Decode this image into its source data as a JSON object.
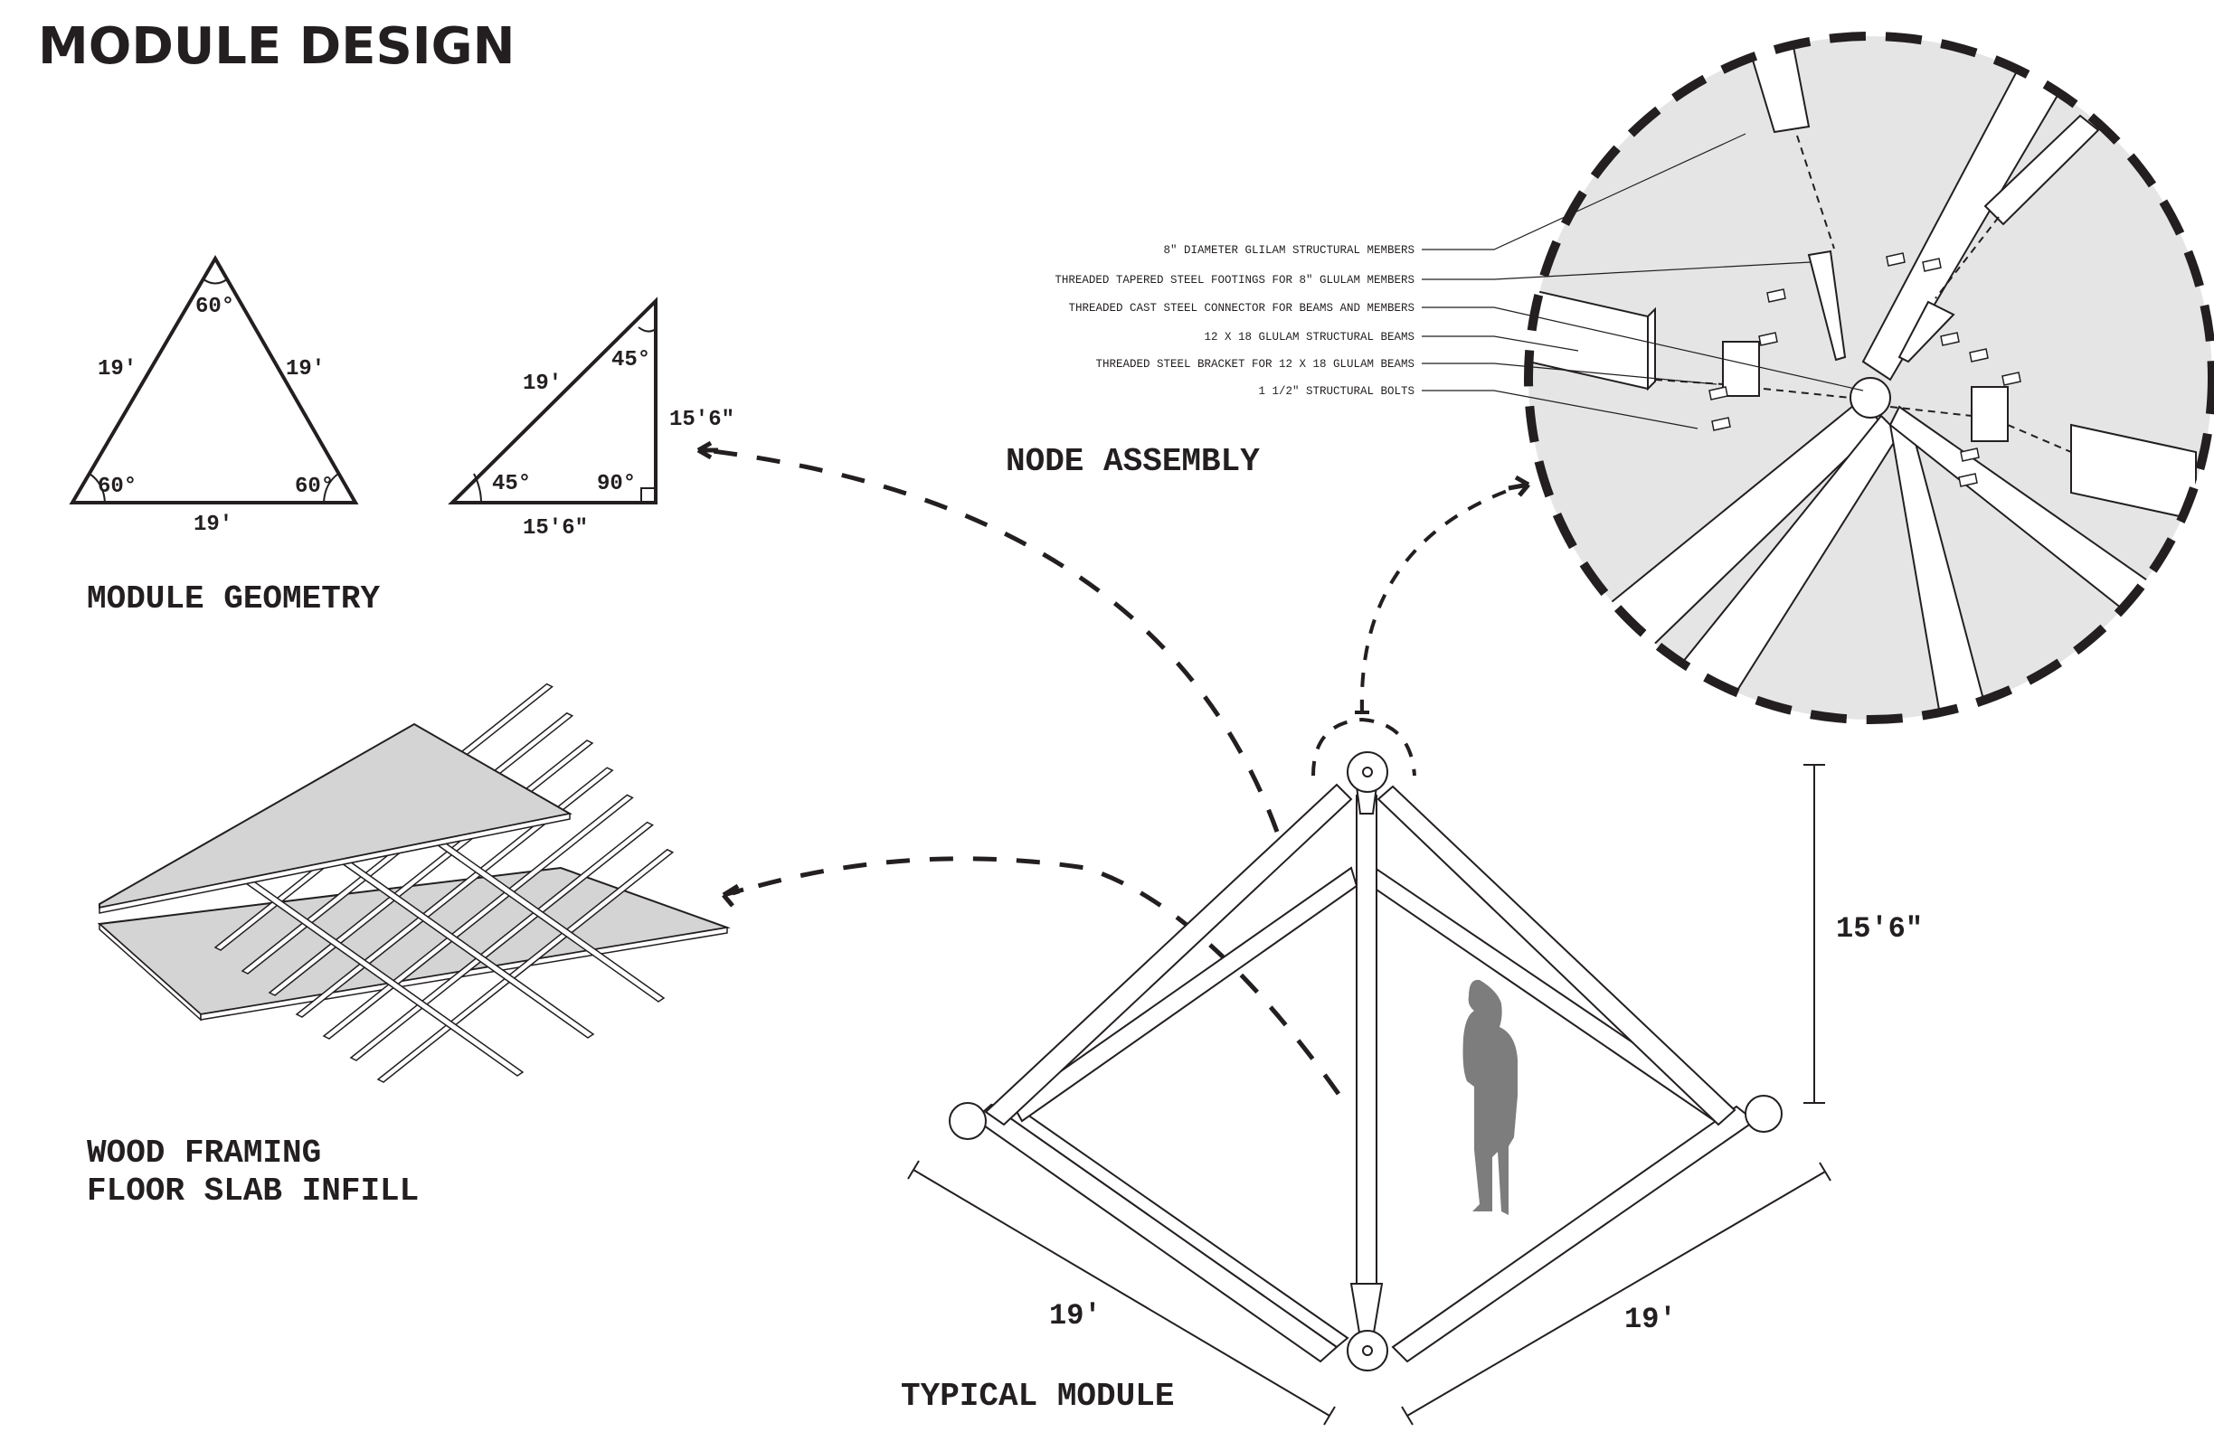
{
  "title": "MODULE DESIGN",
  "colors": {
    "ink": "#231f20",
    "detail_fill": "#e5e5e5",
    "slab_fill": "#d4d4d4",
    "figure_fill": "#7d7d7d"
  },
  "module_geometry": {
    "label": "MODULE GEOMETRY",
    "equilateral": {
      "side_left": "19'",
      "side_right": "19'",
      "side_bottom": "19'",
      "angle_top": "60°",
      "angle_left": "60°",
      "angle_right": "60°"
    },
    "right_triangle": {
      "hypotenuse": "19'",
      "vertical": "15'6\"",
      "base": "15'6\"",
      "angle_top": "45°",
      "angle_left": "45°",
      "angle_right": "90°"
    }
  },
  "floor_slab": {
    "label_line1": "WOOD FRAMING",
    "label_line2": "FLOOR SLAB INFILL"
  },
  "node_assembly": {
    "label": "NODE ASSEMBLY",
    "callouts": [
      "8\" DIAMETER GLILAM STRUCTURAL MEMBERS",
      "THREADED TAPERED STEEL FOOTINGS FOR 8\" GLULAM MEMBERS",
      "THREADED CAST STEEL CONNECTOR FOR BEAMS AND MEMBERS",
      "12 X 18 GLULAM STRUCTURAL BEAMS",
      "THREADED STEEL BRACKET FOR 12 X 18 GLULAM BEAMS",
      "1 1/2\" STRUCTURAL BOLTS"
    ]
  },
  "typical_module": {
    "label": "TYPICAL MODULE",
    "dim_left": "19'",
    "dim_right": "19'",
    "dim_height": "15'6\""
  }
}
